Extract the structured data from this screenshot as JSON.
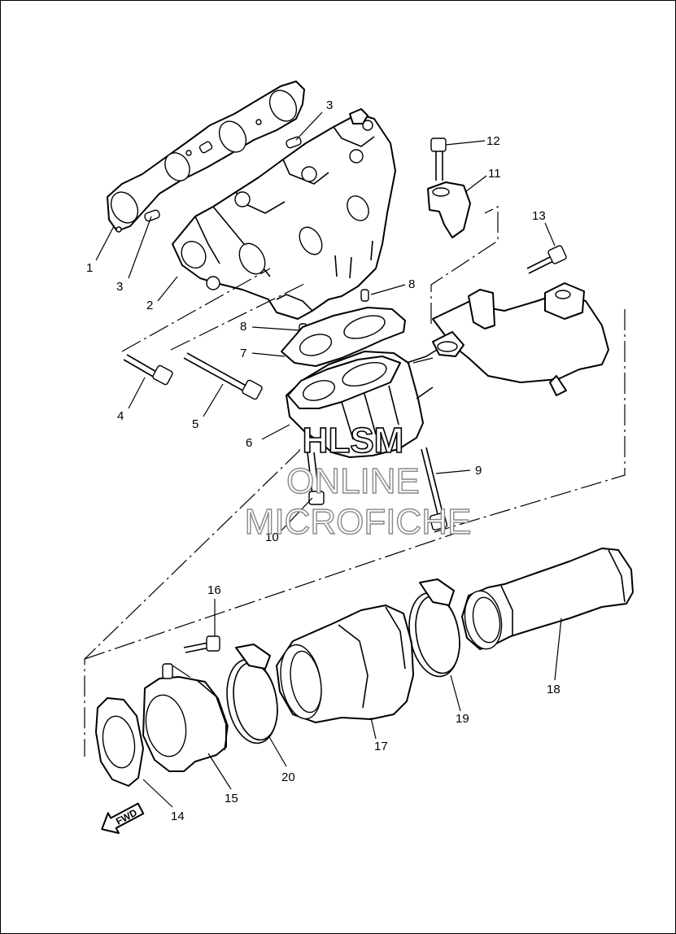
{
  "callouts": [
    "1",
    "2",
    "3",
    "3",
    "4",
    "5",
    "6",
    "7",
    "8",
    "8",
    "9",
    "10",
    "11",
    "12",
    "13",
    "14",
    "15",
    "16",
    "17",
    "18",
    "19",
    "20"
  ],
  "watermark": {
    "line1": "HLSM",
    "line2": "ONLINE",
    "line3": "MICROFICHE"
  },
  "direction_arrow": "FWD",
  "colors": {
    "line": "#000000",
    "background": "#ffffff",
    "watermark_gray": "#888888"
  }
}
